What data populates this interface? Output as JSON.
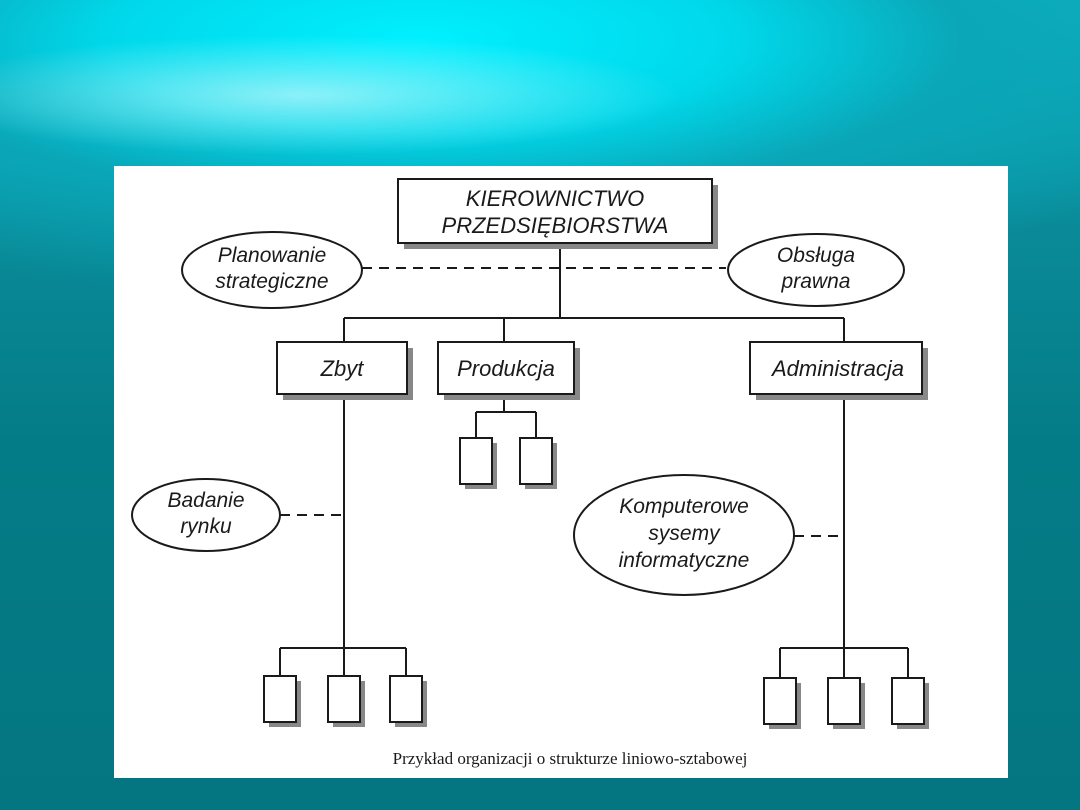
{
  "diagram": {
    "top": {
      "line1": "KIEROWNICTWO",
      "line2": "PRZEDSIĘBIORSTWA"
    },
    "staff_left": {
      "line1": "Planowanie",
      "line2": "strategiczne"
    },
    "staff_right": {
      "line1": "Obsługa",
      "line2": "prawna"
    },
    "dept_sales": "Zbyt",
    "dept_production": "Produkcja",
    "dept_admin": "Administracja",
    "staff_market": {
      "line1": "Badanie",
      "line2": "rynku"
    },
    "staff_it": {
      "line1": "Komputerowe",
      "line2": "sysemy",
      "line3": "informatyczne"
    },
    "caption": "Przykład organizacji o strukturze liniowo-sztabowej"
  }
}
